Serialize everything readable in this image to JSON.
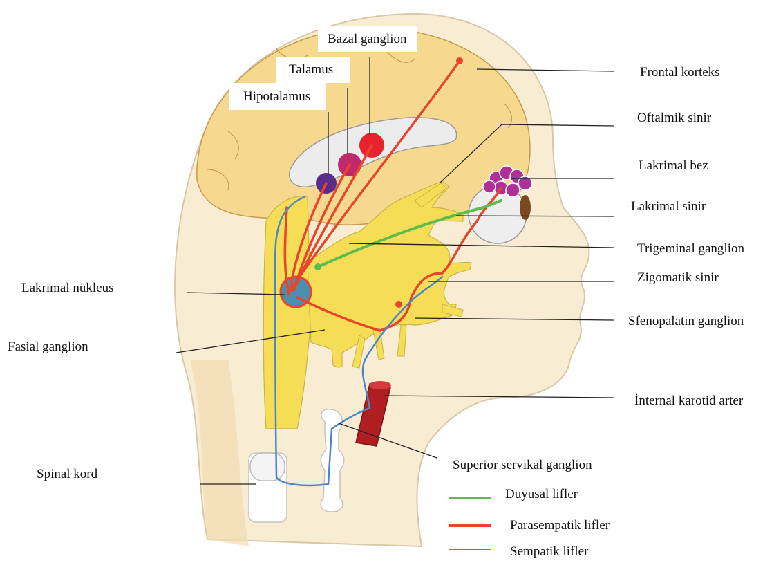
{
  "labels": {
    "bazal_ganglion": "Bazal ganglion",
    "talamus": "Talamus",
    "hipotalamus": "Hipotalamus",
    "frontal_korteks": "Frontal korteks",
    "oftalmik_sinir": "Oftalmik sinir",
    "lakrimal_bez": "Lakrimal bez",
    "lakrimal_sinir": "Lakrimal sinir",
    "trigeminal_ganglion": "Trigeminal ganglion",
    "zigomatik_sinir": "Zigomatik sinir",
    "sfenopalatin_ganglion": "Sfenopalatin ganglion",
    "internal_karotid_arter": "İnternal karotid arter",
    "superior_servikal_ganglion": "Superior servikal ganglion",
    "lakrimal_nukleus": "Lakrimal nükleus",
    "fasial_ganglion": "Fasial ganglion",
    "spinal_kord": "Spinal kord"
  },
  "legend": {
    "items": [
      {
        "label": "Duyusal lifler",
        "color": "#5dbb4f"
      },
      {
        "label": "Parasempatik lifler",
        "color": "#e8452c"
      },
      {
        "label": "Sempatik lifler",
        "color": "#4a86c8"
      }
    ]
  },
  "colors": {
    "skin": "#f8ecd2",
    "brain": "#f6d98f",
    "nerve": "#f5dd55",
    "sensory": "#5dbb4f",
    "parasympathetic": "#e8452c",
    "sympathetic": "#4a86c8",
    "gland": "#b0309a",
    "artery": "#b01e22"
  }
}
